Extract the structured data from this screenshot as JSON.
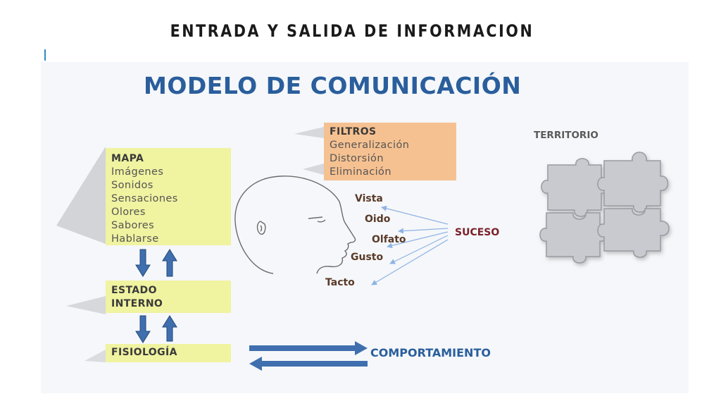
{
  "slide": {
    "title": "ENTRADA Y SALIDA DE INFORMACION"
  },
  "diagram": {
    "title": "MODELO DE COMUNICACIÓN",
    "mapa": {
      "heading": "MAPA",
      "items": [
        "Imágenes",
        "Sonidos",
        "Sensaciones",
        "Olores",
        "Sabores",
        "Hablarse"
      ]
    },
    "estado": {
      "line1": "ESTADO",
      "line2": "INTERNO"
    },
    "fisiologia": "FISIOLOGÍA",
    "filtros": {
      "heading": "FILTROS",
      "items": [
        "Generalización",
        "Distorsión",
        "Eliminación"
      ]
    },
    "senses": [
      "Vista",
      "Oido",
      "Olfato",
      "Gusto",
      "Tacto"
    ],
    "suceso": "SUCESO",
    "territorio": "TERRITORIO",
    "comportamiento": "COMPORTAMIENTO",
    "colors": {
      "title": "#2a5e9c",
      "yellow_box": "#f0f3a0",
      "orange_box": "#f6c191",
      "arrow": "#3f6fae",
      "puzzle": "#c9cacf"
    }
  }
}
